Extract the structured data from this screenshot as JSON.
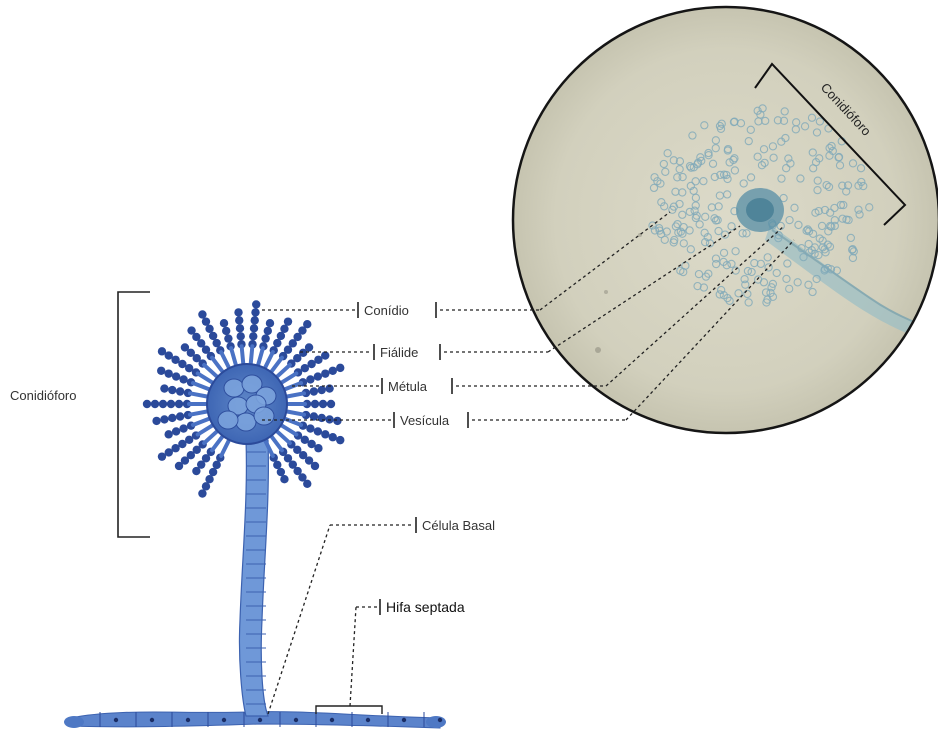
{
  "labels": {
    "conidio": "Conídio",
    "fialide": "Fiálide",
    "metula": "Métula",
    "vesicula": "Vesícula",
    "celula_basal": "Célula Basal",
    "hifa_septada": "Hifa septada",
    "conidioforo_left": "Conidióforo",
    "conidioforo_micrograph": "Conidióforo"
  },
  "colors": {
    "dark_blue": "#2b4a9a",
    "mid_blue": "#4a72c4",
    "light_blue": "#7ea6df",
    "micrograph_bg": "#d8d6c4",
    "micrograph_stain": "#7fa9b9"
  }
}
